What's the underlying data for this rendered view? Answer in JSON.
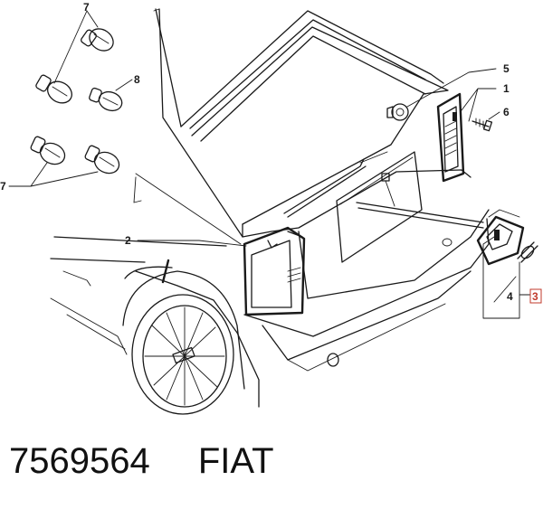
{
  "callouts": {
    "c1": "1",
    "c2": "2",
    "c3": "3",
    "c4": "4",
    "c5": "5",
    "c6": "6",
    "c7a": "7",
    "c7b": "7",
    "c8": "8"
  },
  "footer": {
    "part_number": "7569564",
    "brand": "FIAT"
  }
}
